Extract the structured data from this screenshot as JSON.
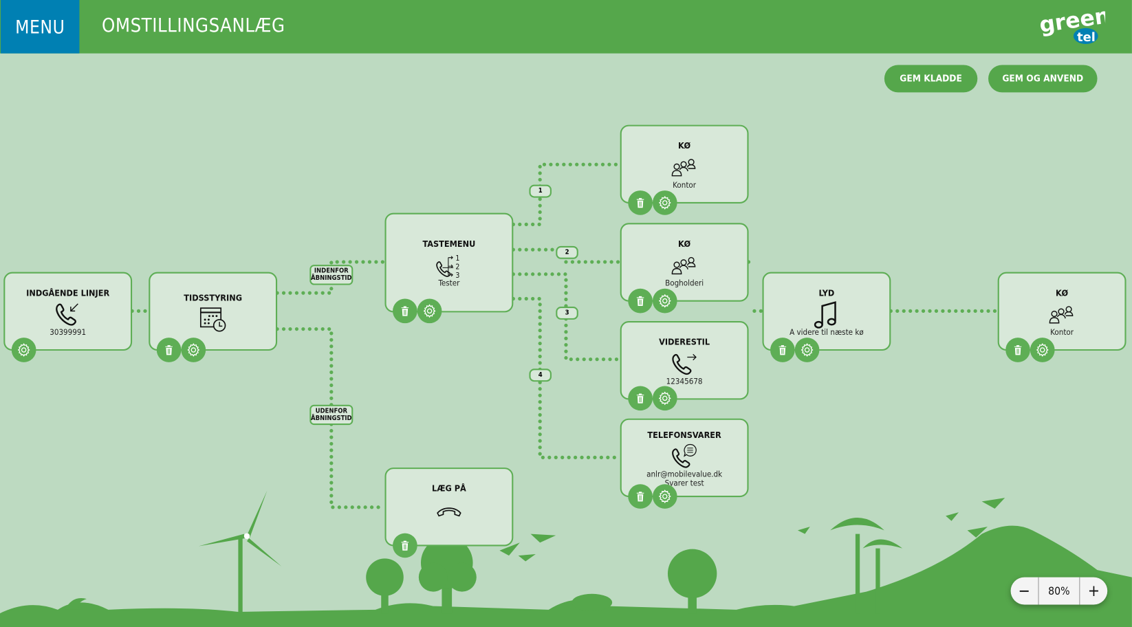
{
  "header": {
    "menu_label": "MENU",
    "title": "OMSTILLINGSANLÆG",
    "logo_text": "green tel"
  },
  "toolbar": {
    "save_draft": "GEM KLADDE",
    "save_apply": "GEM OG ANVEND"
  },
  "nodes": {
    "incoming": {
      "title": "INDGÅENDE LINJER",
      "sub": "30399991",
      "icon": "incoming-call-icon"
    },
    "timing": {
      "title": "TIDSSTYRING",
      "icon": "calendar-clock-icon"
    },
    "ivr": {
      "title": "TASTEMENU",
      "sub": "Tester",
      "icon": "phone-menu-icon",
      "options": [
        "1",
        "2",
        "3"
      ]
    },
    "queue1": {
      "title": "KØ",
      "sub": "Kontor",
      "icon": "group-icon"
    },
    "queue2": {
      "title": "KØ",
      "sub": "Bogholderi",
      "icon": "group-icon"
    },
    "forward": {
      "title": "VIDERESTIL",
      "sub": "12345678",
      "icon": "phone-forward-icon"
    },
    "voicemail": {
      "title": "TELEFONSVARER",
      "sub": "anlr@mobilevalue.dk",
      "sub2": "Svarer test",
      "icon": "voicemail-icon"
    },
    "hangup": {
      "title": "LÆG PÅ",
      "icon": "hangup-icon"
    },
    "sound": {
      "title": "LYD",
      "sub": "A videre til næste kø",
      "icon": "music-note-icon"
    },
    "queue3": {
      "title": "KØ",
      "sub": "Kontor",
      "icon": "group-icon"
    }
  },
  "branches": {
    "inside": "INDENFOR ÅBNINGSTID",
    "outside": "UDENFOR ÅBNINGSTID",
    "keys": [
      "1",
      "2",
      "3",
      "4"
    ]
  },
  "zoom": {
    "minus": "−",
    "value": "80%",
    "plus": "+"
  },
  "colors": {
    "header": "#55a74b",
    "menu": "#0080b3",
    "background": "#bddac1",
    "node": "#d8e8d9"
  }
}
